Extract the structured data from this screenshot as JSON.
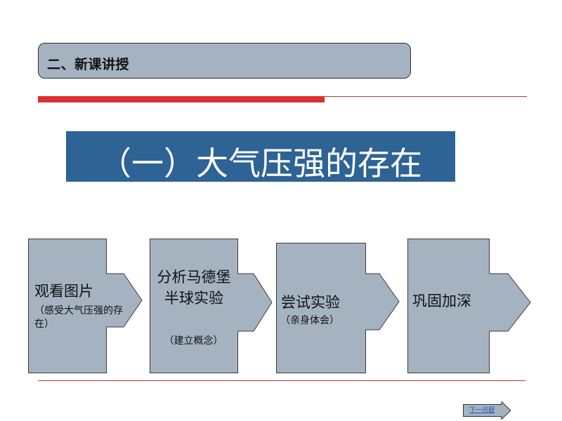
{
  "header": {
    "section_title": "二、新课讲授"
  },
  "title": {
    "text": "（一）大气压强的存在"
  },
  "steps": [
    {
      "main": "观看图片",
      "sub": "（感受大气压强的存在）"
    },
    {
      "main": "分析马德堡半球实验",
      "sub": "（建立概念）"
    },
    {
      "main": "尝试实验",
      "sub": "（亲身体会）"
    },
    {
      "main": "巩固加深",
      "sub": ""
    }
  ],
  "nav": {
    "next_label": "下一问题"
  },
  "colors": {
    "header_fill": "#a5b3c1",
    "title_fill": "#2e6395",
    "accent_red": "#d9302f",
    "step_fill": "#a5b3c1"
  }
}
